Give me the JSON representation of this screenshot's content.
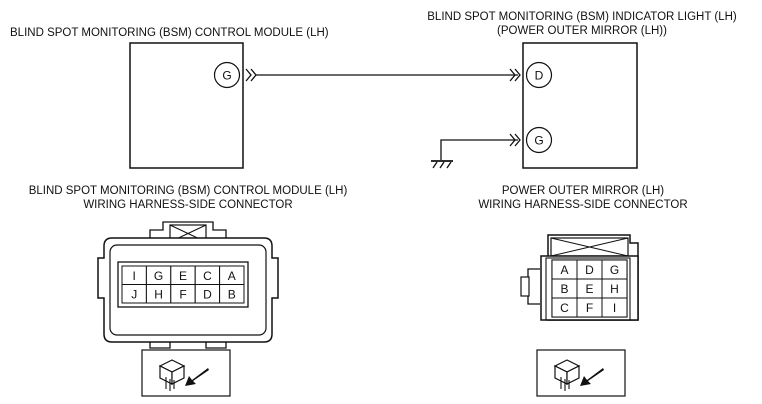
{
  "schematic": {
    "module_title": "BLIND SPOT MONITORING (BSM) CONTROL MODULE (LH)",
    "indicator_title_line1": "BLIND SPOT MONITORING (BSM) INDICATOR LIGHT (LH)",
    "indicator_title_line2": "(POWER OUTER MIRROR (LH))",
    "module_terminal": "G",
    "indicator_terminal_top": "D",
    "indicator_terminal_bottom": "G"
  },
  "left_connector": {
    "title_line1": "BLIND SPOT MONITORING (BSM) CONTROL MODULE (LH)",
    "title_line2": "WIRING HARNESS-SIDE CONNECTOR",
    "rows": [
      [
        "I",
        "G",
        "E",
        "C",
        "A"
      ],
      [
        "J",
        "H",
        "F",
        "D",
        "B"
      ]
    ]
  },
  "right_connector": {
    "title_line1": "POWER OUTER MIRROR (LH)",
    "title_line2": "WIRING HARNESS-SIDE CONNECTOR",
    "rows": [
      [
        "A",
        "D",
        "G"
      ],
      [
        "B",
        "E",
        "H"
      ],
      [
        "C",
        "F",
        "I"
      ]
    ]
  },
  "icons": {
    "ground": "ground-symbol-icon",
    "connector_view": "harness-side-view-icon"
  }
}
